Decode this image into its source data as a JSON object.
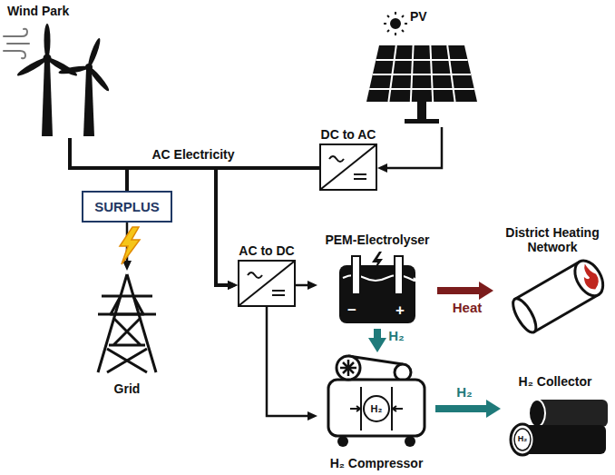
{
  "diagram": {
    "nodes": [
      {
        "text": [
          "Wind Park"
        ]
      },
      {
        "text": [
          "PV"
        ]
      },
      {
        "text": [
          "DC to AC"
        ]
      },
      {
        "text": [
          "SURPLUS"
        ]
      },
      {
        "text": [
          "Grid"
        ]
      },
      {
        "text": [
          "AC to DC"
        ]
      },
      {
        "text": [
          "PEM-Electrolyser"
        ]
      },
      {
        "text": [
          "District Heating Network"
        ]
      },
      {
        "text": [
          "H₂ Compressor"
        ]
      },
      {
        "text": [
          "H₂ Collector"
        ]
      }
    ],
    "edges": [
      {
        "from": 0,
        "to": 3,
        "arrow": "none"
      },
      {
        "from": 0,
        "to": 5,
        "arrow": "to"
      },
      {
        "from": 2,
        "to": 3,
        "arrow": "none"
      },
      {
        "from": 2,
        "to": 5,
        "arrow": "to"
      },
      {
        "from": 1,
        "to": 2,
        "arrow": "to"
      },
      {
        "from": 3,
        "to": 4,
        "arrow": "to"
      },
      {
        "from": 5,
        "to": 6,
        "arrow": "to"
      },
      {
        "from": 5,
        "to": 8,
        "arrow": "to"
      },
      {
        "from": 6,
        "to": 7,
        "label": "Heat",
        "arrow": "to"
      },
      {
        "from": 6,
        "to": 8,
        "label": "H₂",
        "arrow": "to"
      },
      {
        "from": 8,
        "to": 9,
        "label": "H₂",
        "arrow": "to"
      }
    ],
    "labels": [
      "AC Electricity",
      "−",
      "+",
      "H₂",
      "H₂"
    ]
  }
}
